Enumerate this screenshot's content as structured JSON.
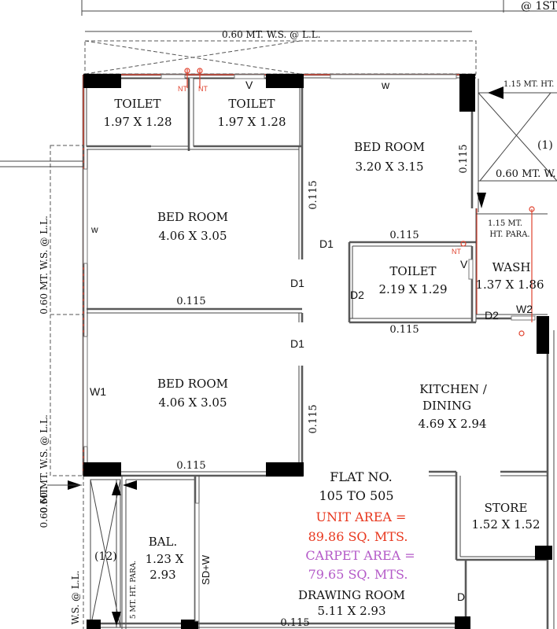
{
  "header": {
    "top_right": "@ 1ST"
  },
  "annotations": {
    "ws_top": "0.60 MT. W.S. @ L.L.",
    "ws_left_1": "0.60 MT. W.S. @ L.L.",
    "ws_left_2": "0.60 MT. W.S. @ L.L.",
    "ws_left_3": "0.60 MT.",
    "ws_left_4": "W.S. @ L.L.",
    "ws_right": "0.60 MT. W.",
    "ht_top_right": "1.15 MT. HT.",
    "ht_para_right_1": "1.15 MT.",
    "ht_para_right_2": "HT. PARA.",
    "ht_para_bottom": "5 MT. HT. PARA.",
    "nt_1": "NT",
    "nt_2": "NT",
    "nt_3": "NT",
    "stair_label_1": "(1)",
    "stair_label_2": "(12)"
  },
  "rooms": {
    "toilet_1": {
      "name": "TOILET",
      "size": "1.97 X 1.28"
    },
    "toilet_2": {
      "name": "TOILET",
      "size": "1.97 X 1.28"
    },
    "bed_room_top": {
      "name": "BED ROOM",
      "size": "3.20 X 3.15"
    },
    "bed_room_left": {
      "name": "BED ROOM",
      "size": "4.06 X 3.05"
    },
    "bed_room_lower": {
      "name": "BED ROOM",
      "size": "4.06 X 3.05"
    },
    "toilet_3": {
      "name": "TOILET",
      "size": "2.19 X 1.29"
    },
    "wash": {
      "name": "WASH",
      "size": "1.37 X 1.86"
    },
    "kitchen": {
      "name_1": "KITCHEN /",
      "name_2": "DINING",
      "size": "4.69 X 2.94"
    },
    "store": {
      "name": "STORE",
      "size": "1.52 X 1.52"
    },
    "balcony": {
      "name": "BAL.",
      "size_1": "1.23 X",
      "size_2": "2.93"
    },
    "drawing_room": {
      "name": "DRAWING ROOM",
      "size": "5.11 X 2.93"
    }
  },
  "flat_info": {
    "flat_no_1": "FLAT NO.",
    "flat_no_2": "105 TO 505",
    "unit_area_1": "UNIT AREA =",
    "unit_area_2": "89.86 SQ. MTS.",
    "carpet_area_1": "CARPET AREA =",
    "carpet_area_2": "79.65 SQ. MTS.",
    "unit_color": "#e8371e",
    "carpet_color": "#b45ac8"
  },
  "openings": {
    "w_top": "w",
    "v_top": "V",
    "w_left": "w",
    "w1": "W1",
    "d1_a": "D1",
    "d1_b": "D1",
    "d1_c": "D1",
    "d2_a": "D2",
    "d2_b": "D2",
    "v_wash": "V",
    "w2": "W2",
    "sd_w": "SD+W",
    "d_bottom": "D"
  },
  "wall_thickness": {
    "t1": "0.115",
    "t2": "0.115",
    "t3": "0.115",
    "t4": "0.115",
    "t5": "0.115",
    "t6": "0.115",
    "t7": "0.115",
    "t8": "0.115"
  }
}
